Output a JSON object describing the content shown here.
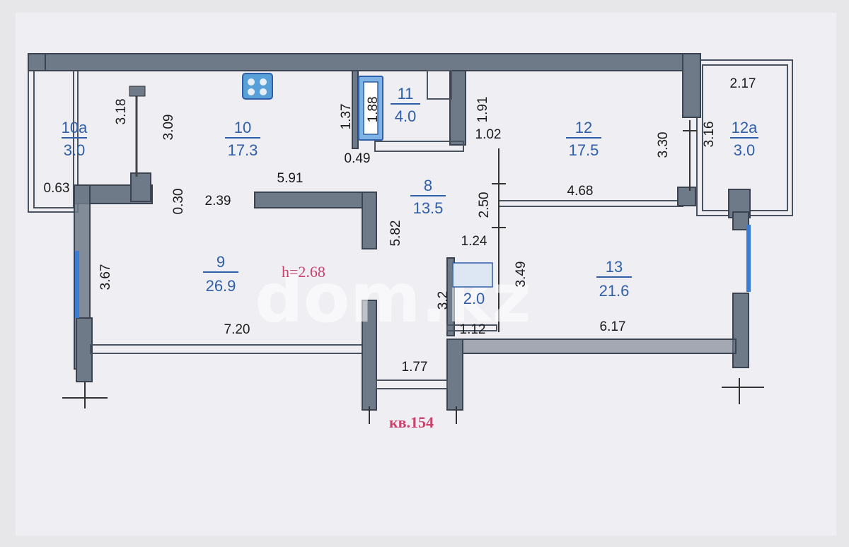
{
  "rooms": [
    {
      "id": "10a",
      "num": "10а",
      "area": "3.0"
    },
    {
      "id": "10",
      "num": "10",
      "area": "17.3"
    },
    {
      "id": "11",
      "num": "11",
      "area": "4.0"
    },
    {
      "id": "12",
      "num": "12",
      "area": "17.5"
    },
    {
      "id": "12a",
      "num": "12а",
      "area": "3.0"
    },
    {
      "id": "8",
      "num": "8",
      "area": "13.5"
    },
    {
      "id": "9",
      "num": "9",
      "area": "26.9"
    },
    {
      "id": "13",
      "num": "13",
      "area": "21.6"
    },
    {
      "id": "wc",
      "num": "",
      "area": "2.0"
    }
  ],
  "dimensions": {
    "d318": "3.18",
    "d309": "3.09",
    "d591": "5.91",
    "d239": "2.39",
    "d030": "0.30",
    "d063": "0.63",
    "d049": "0.49",
    "d137": "1.37",
    "d188": "1.88",
    "d191": "1.91",
    "d102": "1.02",
    "d250": "2.50",
    "d468": "4.68",
    "d330": "3.30",
    "d316": "3.16",
    "d217": "2.17",
    "d582": "5.82",
    "d124": "1.24",
    "d349": "3.49",
    "d367": "3.67",
    "d720": "7.20",
    "d617": "6.17",
    "d112": "1.12",
    "d177": "1.77",
    "d32": "3.2"
  },
  "ceiling_height": "h=2.68",
  "apartment_label": "кв.154",
  "watermark": "dom.kz",
  "icons": [
    "stove-icon",
    "radiator-icon"
  ]
}
